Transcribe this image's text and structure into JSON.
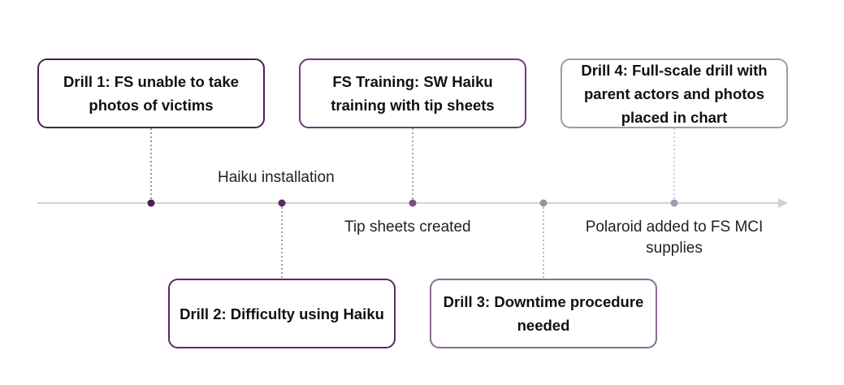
{
  "timeline": {
    "events_above": [
      {
        "id": "drill1",
        "text": "Drill 1: FS unable to take photos of victims",
        "color": "#4a1f52"
      },
      {
        "id": "fstraining",
        "text": "FS Training: SW Haiku training with tip sheets",
        "color": "#6b3d75"
      },
      {
        "id": "drill4",
        "text": "Drill 4: Full-scale drill with parent actors and photos placed in chart",
        "color": "#a597ad"
      }
    ],
    "events_below": [
      {
        "id": "drill2",
        "text": "Drill 2: Difficulty using Haiku",
        "color": "#5a2b63"
      },
      {
        "id": "drill3",
        "text": "Drill 3: Downtime procedure needed",
        "color": "#8c6a96"
      }
    ],
    "milestones": {
      "haiku_installation": "Haiku installation",
      "tip_sheets_created": "Tip sheets created",
      "polaroid_added": "Polaroid added to FS MCI supplies"
    },
    "axis_color": "#d4d0d8",
    "dot_colors": [
      "#4a1f52",
      "#5a2b63",
      "#7a4d85",
      "#a38bab",
      "#a597ad"
    ]
  }
}
